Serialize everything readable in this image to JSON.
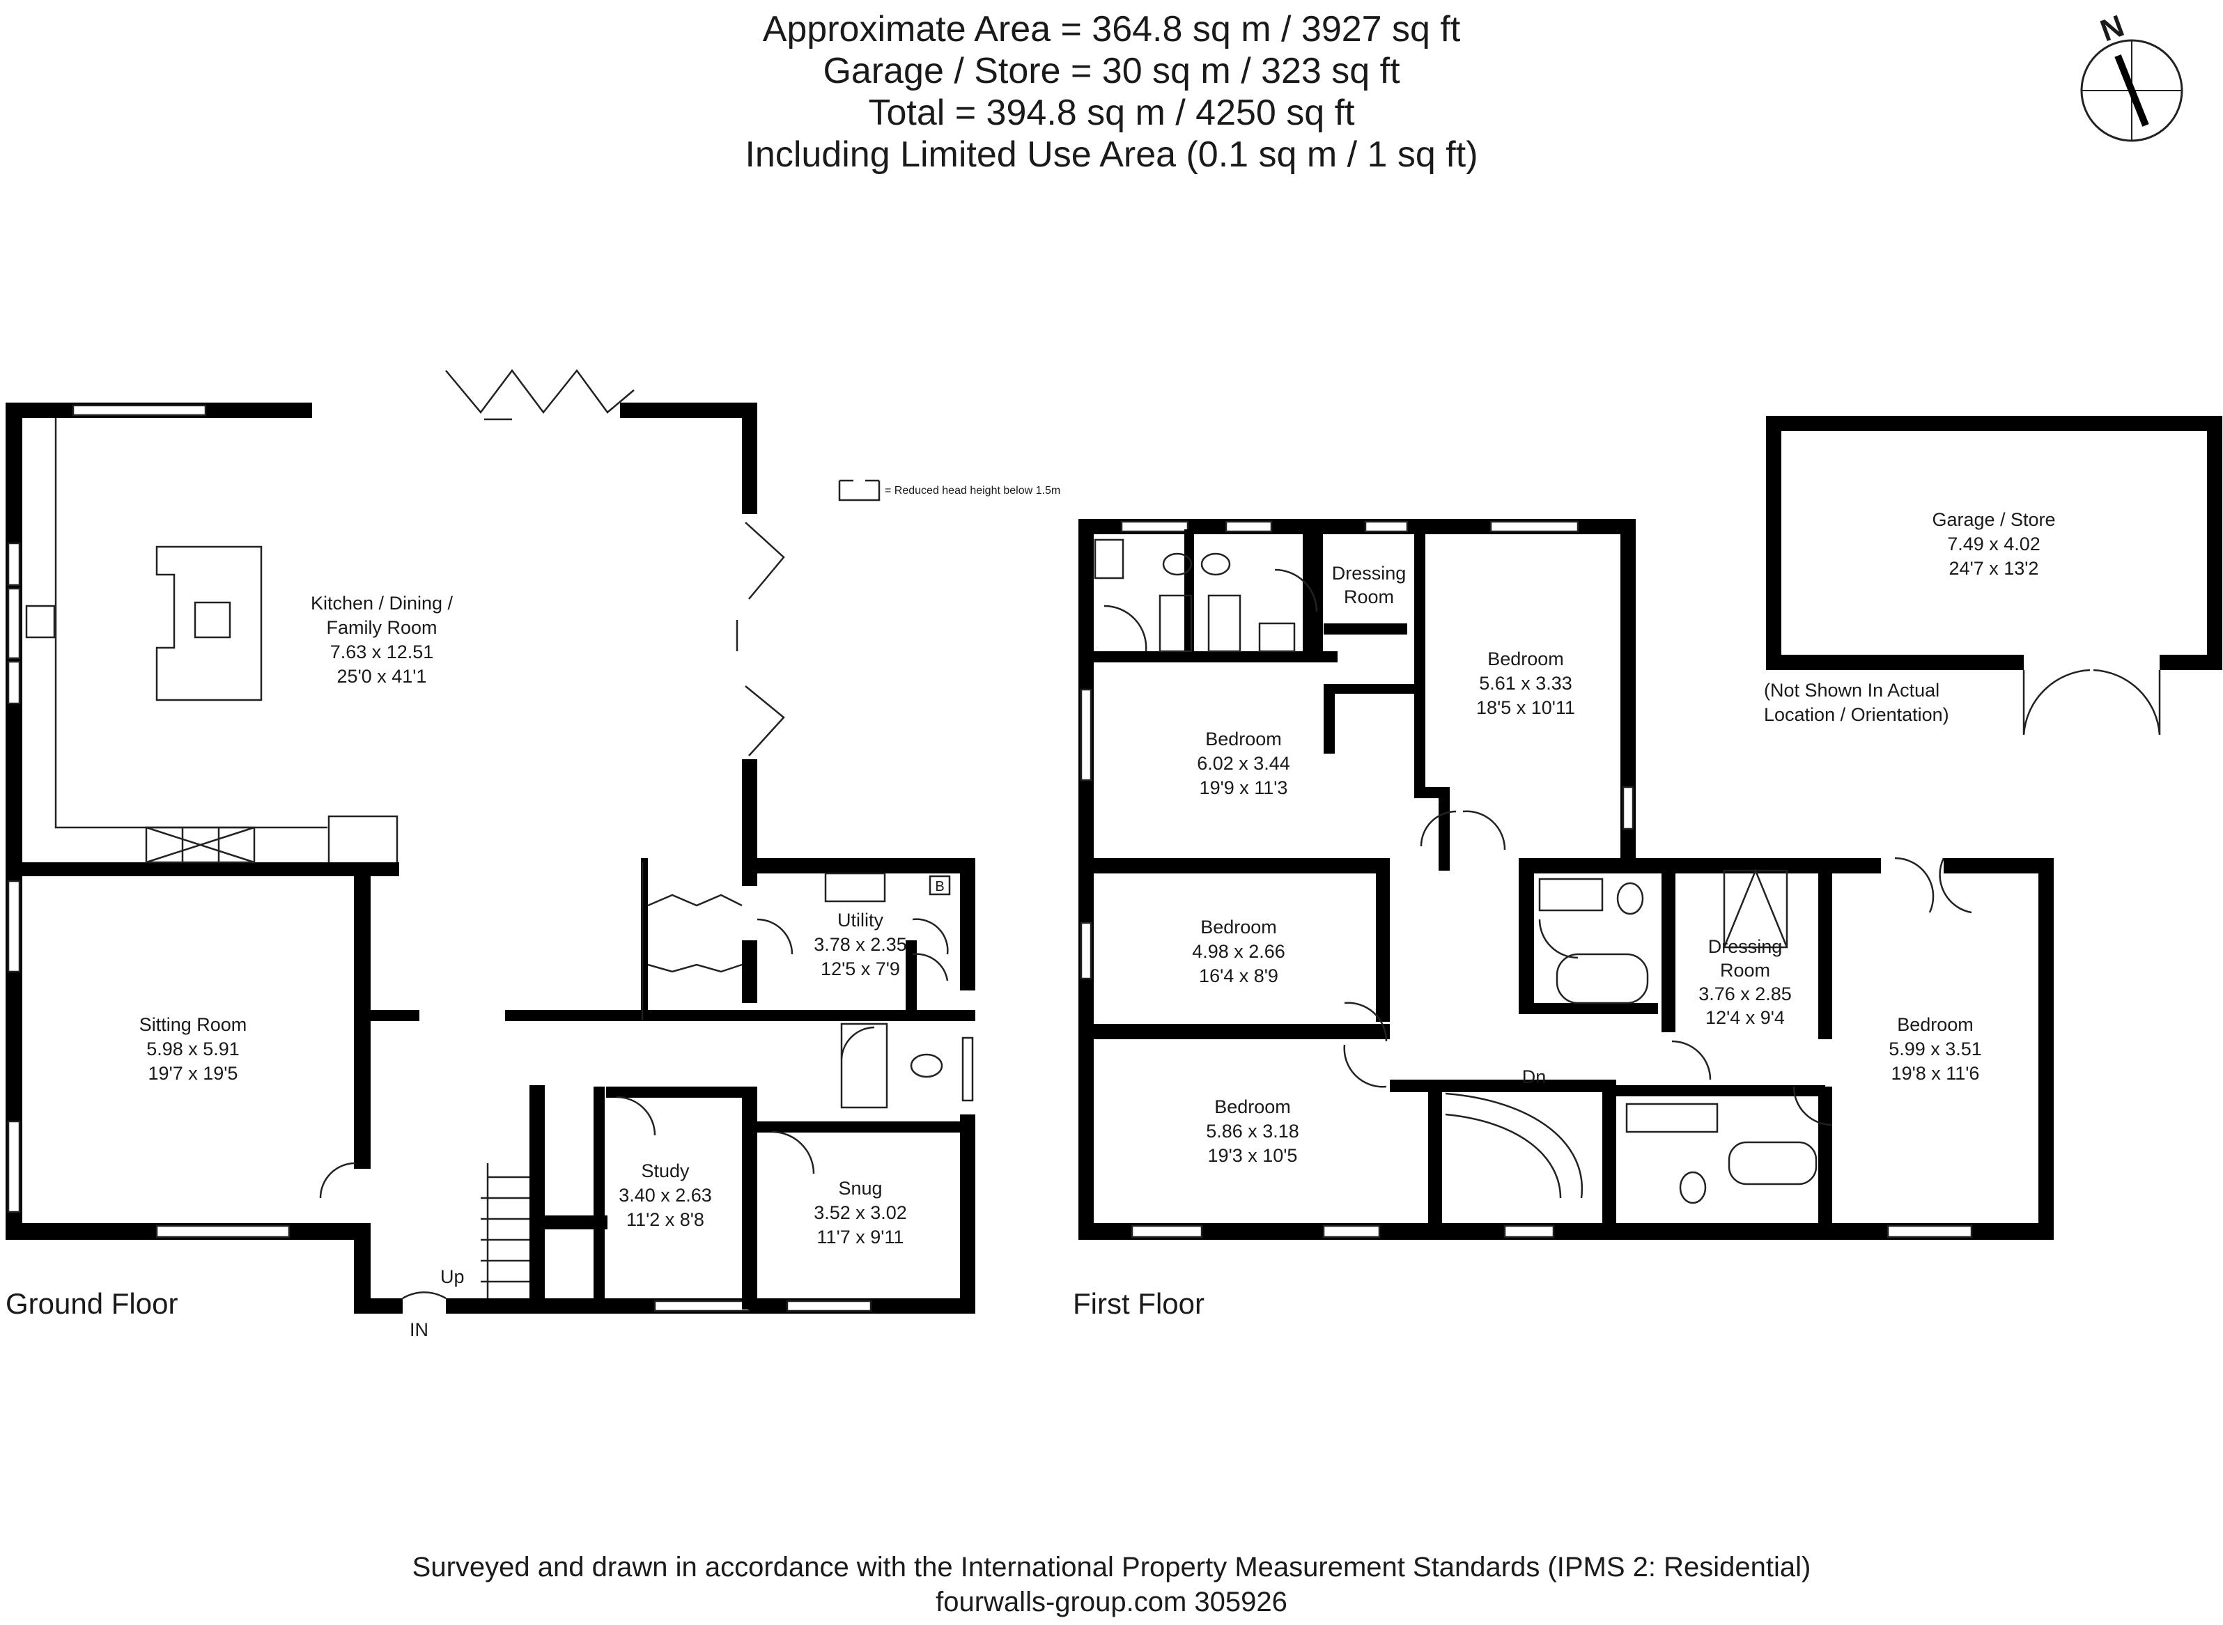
{
  "header": {
    "line1": "Approximate  Area = 364.8 sq m / 3927 sq ft",
    "line2": "Garage / Store = 30 sq m / 323 sq ft",
    "line3": "Total = 394.8 sq m / 4250 sq ft",
    "line4": "Including Limited Use Area (0.1 sq m / 1 sq ft)"
  },
  "compass": {
    "label": "N",
    "icon": "north-compass-icon"
  },
  "legend": {
    "text": "= Reduced head height below 1.5m"
  },
  "floors": {
    "ground": "Ground Floor",
    "first": "First Floor"
  },
  "markers": {
    "entrance": "IN",
    "stairs_up": "Up",
    "stairs_down": "Dn"
  },
  "rooms": {
    "kitchen": {
      "name1": "Kitchen / Dining /",
      "name2": "Family Room",
      "metric": "7.63 x 12.51",
      "imperial": "25'0 x 41'1"
    },
    "sitting": {
      "name1": "Sitting Room",
      "metric": "5.98 x 5.91",
      "imperial": "19'7 x 19'5"
    },
    "utility": {
      "name1": "Utility",
      "metric": "3.78 x 2.35",
      "imperial": "12'5 x 7'9"
    },
    "study": {
      "name1": "Study",
      "metric": "3.40 x 2.63",
      "imperial": "11'2 x 8'8"
    },
    "snug": {
      "name1": "Snug",
      "metric": "3.52 x 3.02",
      "imperial": "11'7 x 9'11"
    },
    "dressing1": {
      "name1": "Dressing",
      "name2": "Room"
    },
    "bed_a": {
      "name1": "Bedroom",
      "metric": "6.02 x 3.44",
      "imperial": "19'9 x 11'3"
    },
    "bed_b": {
      "name1": "Bedroom",
      "metric": "5.61 x 3.33",
      "imperial": "18'5 x 10'11"
    },
    "bed_c": {
      "name1": "Bedroom",
      "metric": "4.98 x 2.66",
      "imperial": "16'4 x 8'9"
    },
    "bed_d": {
      "name1": "Bedroom",
      "metric": "5.86 x 3.18",
      "imperial": "19'3 x 10'5"
    },
    "dressing2": {
      "name1": "Dressing",
      "name2": "Room",
      "metric": "3.76 x 2.85",
      "imperial": "12'4 x 9'4"
    },
    "bed_e": {
      "name1": "Bedroom",
      "metric": "5.99 x 3.51",
      "imperial": "19'8 x 11'6"
    },
    "garage": {
      "name1": "Garage / Store",
      "metric": "7.49 x 4.02",
      "imperial": "24'7 x 13'2"
    }
  },
  "garage_note": {
    "line1": "(Not Shown In Actual",
    "line2": "Location / Orientation)"
  },
  "footer": {
    "line1": "Surveyed and drawn in accordance with the International Property Measurement Standards (IPMS 2: Residential)",
    "line2": "fourwalls-group.com 305926"
  },
  "colors": {
    "wall": "#000000",
    "line": "#222222",
    "background": "#ffffff"
  }
}
